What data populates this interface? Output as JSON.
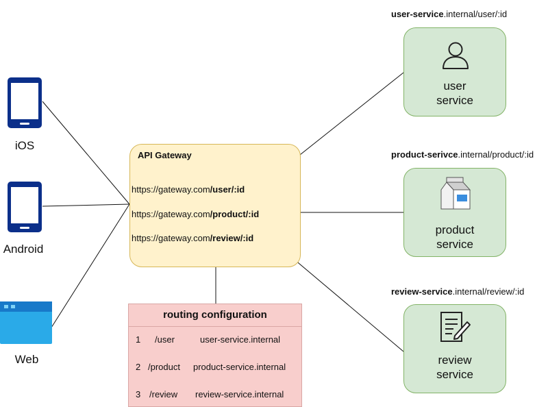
{
  "clients": [
    {
      "label": "iOS"
    },
    {
      "label": "Android"
    },
    {
      "label": "Web"
    }
  ],
  "gateway": {
    "title": "API Gateway",
    "routes": [
      {
        "prefix": "https://gateway.com",
        "path": "/user/:id"
      },
      {
        "prefix": "https://gateway.com",
        "path": "/product/:id"
      },
      {
        "prefix": "https://gateway.com",
        "path": "/review/:id"
      }
    ]
  },
  "routing": {
    "title": "routing configuration",
    "rows": [
      {
        "num": "1",
        "path": "/user",
        "target": "user-service.internal"
      },
      {
        "num": "2",
        "path": "/product",
        "target": "product-service.internal"
      },
      {
        "num": "3",
        "path": "/review",
        "target": "review-service.internal"
      }
    ]
  },
  "services": [
    {
      "host": "user-service",
      "rest": ".internal/user/:id",
      "line1": "user",
      "line2": "service"
    },
    {
      "host": "product-serivce",
      "rest": ".internal/product/:id",
      "line1": "product",
      "line2": "service"
    },
    {
      "host": "review-service",
      "rest": ".internal/review/:id",
      "line1": "review",
      "line2": "service"
    }
  ]
}
